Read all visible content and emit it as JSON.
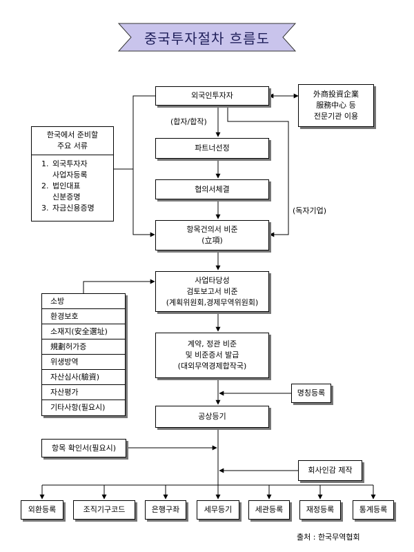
{
  "title": "중국투자절차 흐름도",
  "nodes": {
    "investor": "외국인투자자",
    "service_center": "外商投資企業\n服務中心 등\n전문기관 이용",
    "partner": "파트너선정",
    "agreement": "협의서체결",
    "project_approval": "항목건의서 비준\n(立項)",
    "feasibility": "사업타당성\n검토보고서 비준\n(계획위원회,경제무역위원회)",
    "contract": "계약, 정관 비준\n및 비준증서 발급\n(대외무역경제합작국)",
    "name_registration": "명칭등록",
    "business_registration": "공상등기",
    "project_confirm": "항목 확인서(필요시)",
    "company_seal": "회사인감 제작"
  },
  "edge_labels": {
    "joint": "(합자/합작)",
    "sole": "(독자기업)"
  },
  "documents": {
    "header": "한국에서 준비할\n주요 서류",
    "items": [
      {
        "num": "1.",
        "text": "외국투자자\n사업자등록"
      },
      {
        "num": "2.",
        "text": "법인대표\n신분증명"
      },
      {
        "num": "3.",
        "text": "자금신용증명"
      }
    ]
  },
  "permits": [
    "소방",
    "환경보호",
    "소재지(安全選址)",
    "規劃허가증",
    "위생방역",
    "자산심사(驗資)",
    "자산평가",
    "기타사항(필요시)"
  ],
  "final_steps": [
    "외환등록",
    "조직기구코드",
    "은행구좌",
    "세무등기",
    "세관등록",
    "재정등록",
    "통계등록"
  ],
  "source": "출처 :  한국무역협회",
  "colors": {
    "title_fill": "#c9c4ec",
    "title_text": "#1f1f5a",
    "shadow": "#777777"
  }
}
